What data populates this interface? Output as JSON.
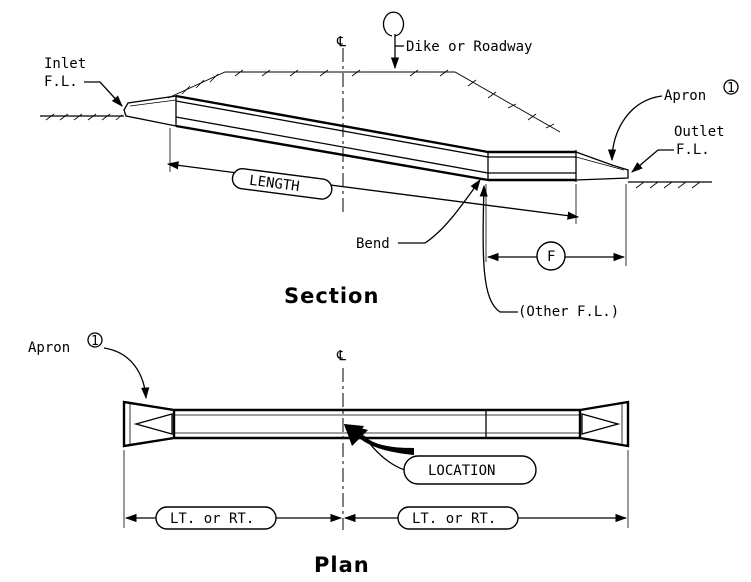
{
  "section": {
    "title": "Section",
    "centerline": "℄",
    "dike_label": "Dike or Roadway",
    "inlet_label_1": "Inlet",
    "inlet_label_2": "F.L.",
    "apron_label": "Apron",
    "apron_note": "1",
    "outlet_label_1": "Outlet",
    "outlet_label_2": "F.L.",
    "length_label": "LENGTH",
    "bend_label": "Bend",
    "f_label": "F",
    "other_fl_label": "(Other F.L.)"
  },
  "plan": {
    "title": "Plan",
    "centerline": "℄",
    "apron_label": "Apron",
    "apron_note": "1",
    "location_label": "LOCATION",
    "left_dim_label": "LT. or RT.",
    "right_dim_label": "LT. or RT."
  }
}
